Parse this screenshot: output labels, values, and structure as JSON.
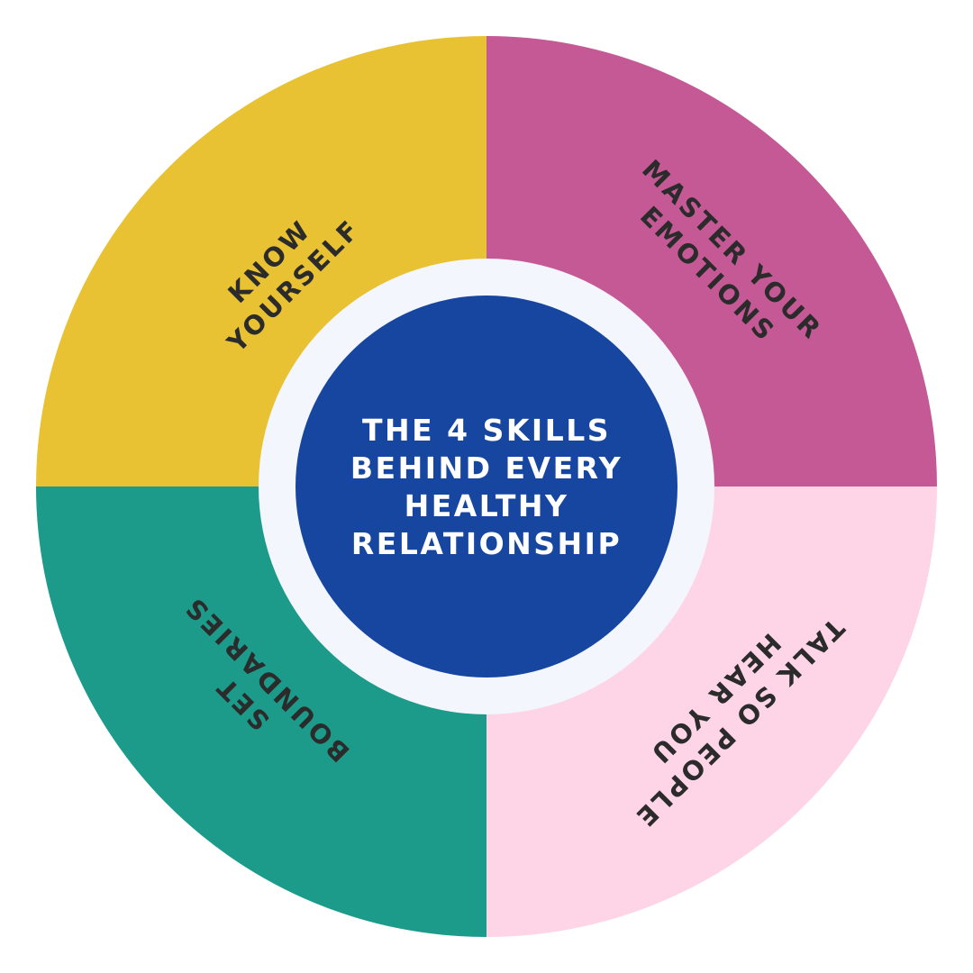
{
  "colors": {
    "know_yourself": "#E8C233",
    "master_emotions": "#C45996",
    "talk": "#FDD5E6",
    "boundaries": "#1C9A8A",
    "center_ring": "#F3F6FD",
    "center_disc": "#1746A0",
    "quadrant_text": "#2B2B2B",
    "center_text": "#FFFFFF"
  },
  "center": {
    "title_lines": [
      "THE 4 SKILLS",
      "BEHIND EVERY",
      "HEALTHY",
      "RELATIONSHIP"
    ]
  },
  "quadrants": {
    "know_yourself": {
      "lines": [
        "KNOW",
        "YOURSELF"
      ]
    },
    "master_emotions": {
      "lines": [
        "MASTER YOUR",
        "EMOTIONS"
      ]
    },
    "talk": {
      "lines": [
        "TALK SO PEOPLE",
        "HEAR YOU"
      ]
    },
    "boundaries": {
      "lines": [
        "SET",
        "BOUNDARIES"
      ]
    }
  }
}
